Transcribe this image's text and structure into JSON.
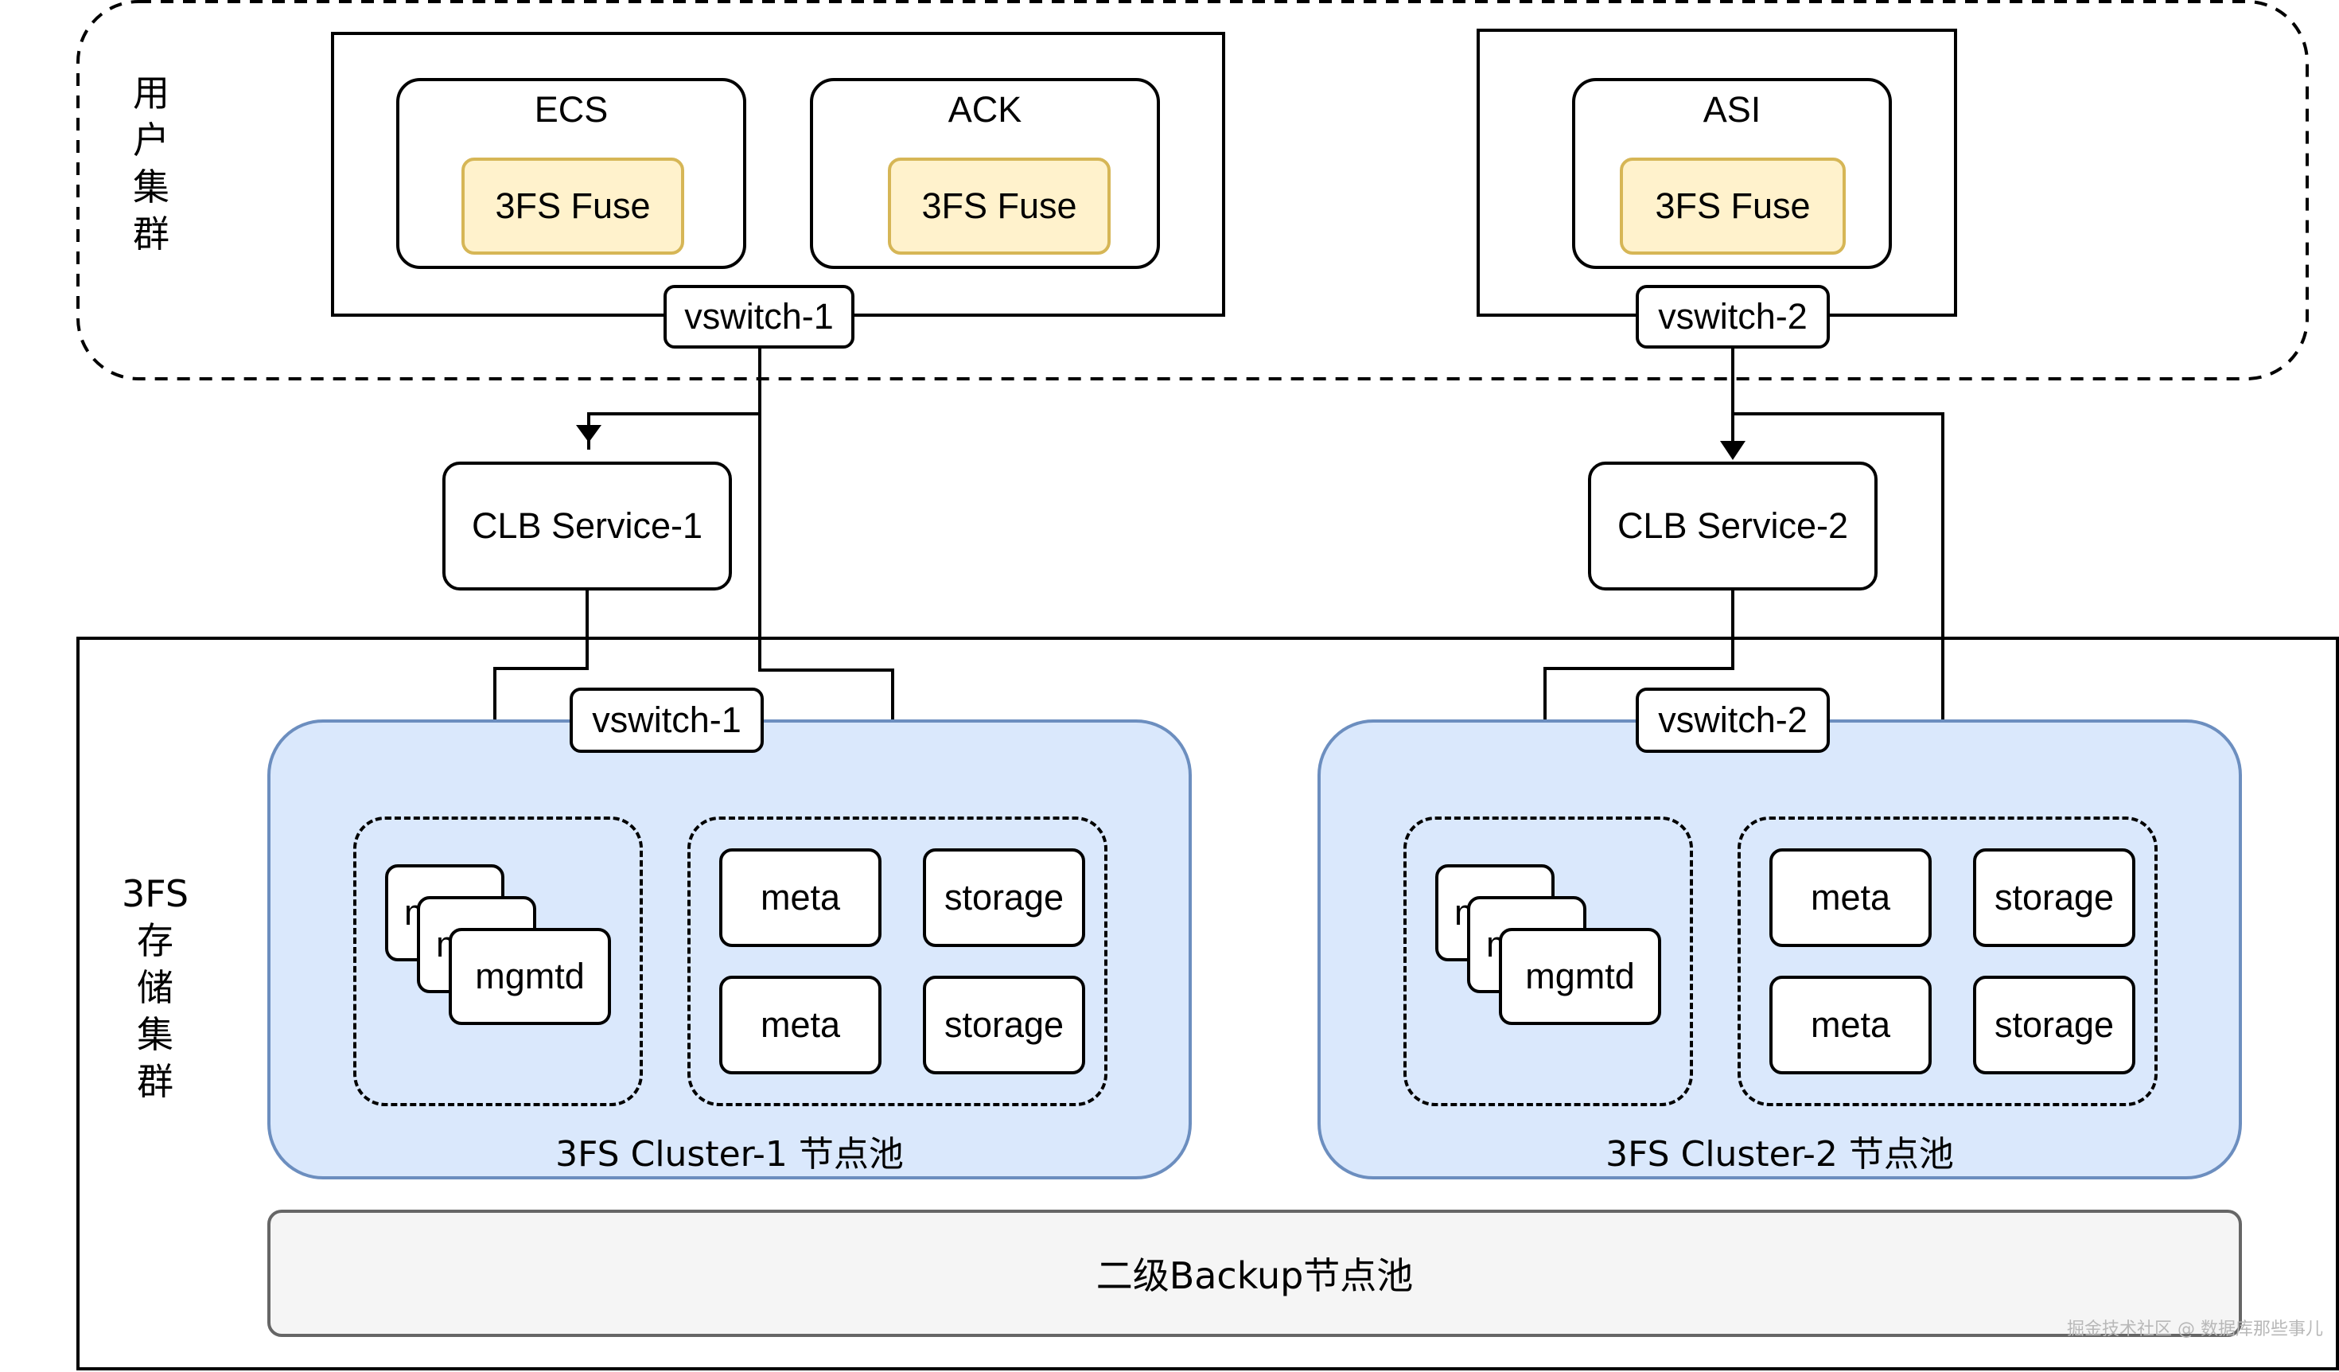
{
  "user_cluster": {
    "label_chars": [
      "用",
      "户",
      "集",
      "群"
    ],
    "group1": {
      "ecs": {
        "title": "ECS",
        "fuse": "3FS Fuse"
      },
      "ack": {
        "title": "ACK",
        "fuse": "3FS Fuse"
      },
      "vswitch": "vswitch-1"
    },
    "group2": {
      "asi": {
        "title": "ASI",
        "fuse": "3FS Fuse"
      },
      "vswitch": "vswitch-2"
    }
  },
  "clb": {
    "service1": "CLB Service-1",
    "service2": "CLB Service-2"
  },
  "storage_cluster": {
    "label_lines": [
      "3FS",
      "存",
      "储",
      "集",
      "群"
    ],
    "cluster1": {
      "vswitch": "vswitch-1",
      "mgmtd": [
        "m",
        "m",
        "mgmtd"
      ],
      "nodes": [
        "meta",
        "storage",
        "meta",
        "storage"
      ],
      "pool_label": "3FS Cluster-1 节点池"
    },
    "cluster2": {
      "vswitch": "vswitch-2",
      "mgmtd": [
        "m",
        "m",
        "mgmtd"
      ],
      "nodes": [
        "meta",
        "storage",
        "meta",
        "storage"
      ],
      "pool_label": "3FS Cluster-2 节点池"
    },
    "backup_pool": "二级Backup节点池"
  },
  "watermark": "掘金技术社区 @ 数据库那些事儿",
  "colors": {
    "fuse_fill": "#fff2cc",
    "fuse_border": "#d6b656",
    "pool_fill": "#dae8fc",
    "pool_border": "#6c8ebf",
    "backup_fill": "#f5f5f5",
    "backup_border": "#666666"
  }
}
